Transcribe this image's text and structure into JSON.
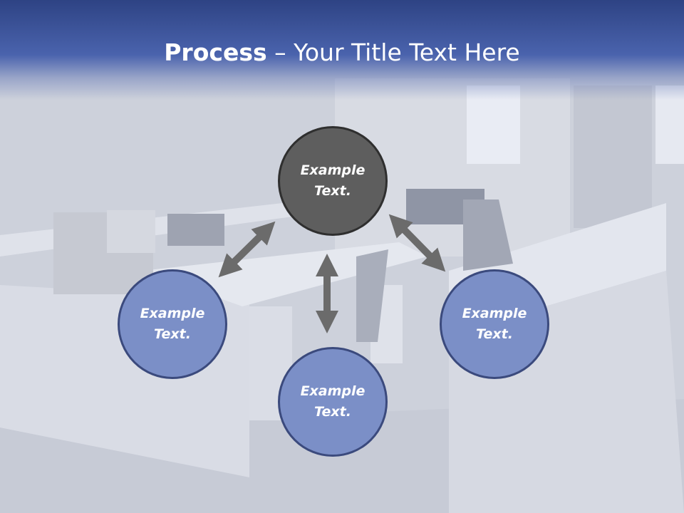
{
  "slide": {
    "title_bold": "Process",
    "title_rest": " – Your Title Text Here",
    "center_circle": {
      "label": "Example Text."
    },
    "left_circle": {
      "label": "Example Text."
    },
    "bottom_circle": {
      "label": "Example Text."
    },
    "right_circle": {
      "label": "Example Text."
    }
  },
  "colors": {
    "title_band": "#3d55a0",
    "center_circle": "#5e5e5e",
    "node_circle": "#7b8fc7",
    "arrow": "#6b6b6b"
  },
  "icons": [
    "double-arrow-icon"
  ]
}
